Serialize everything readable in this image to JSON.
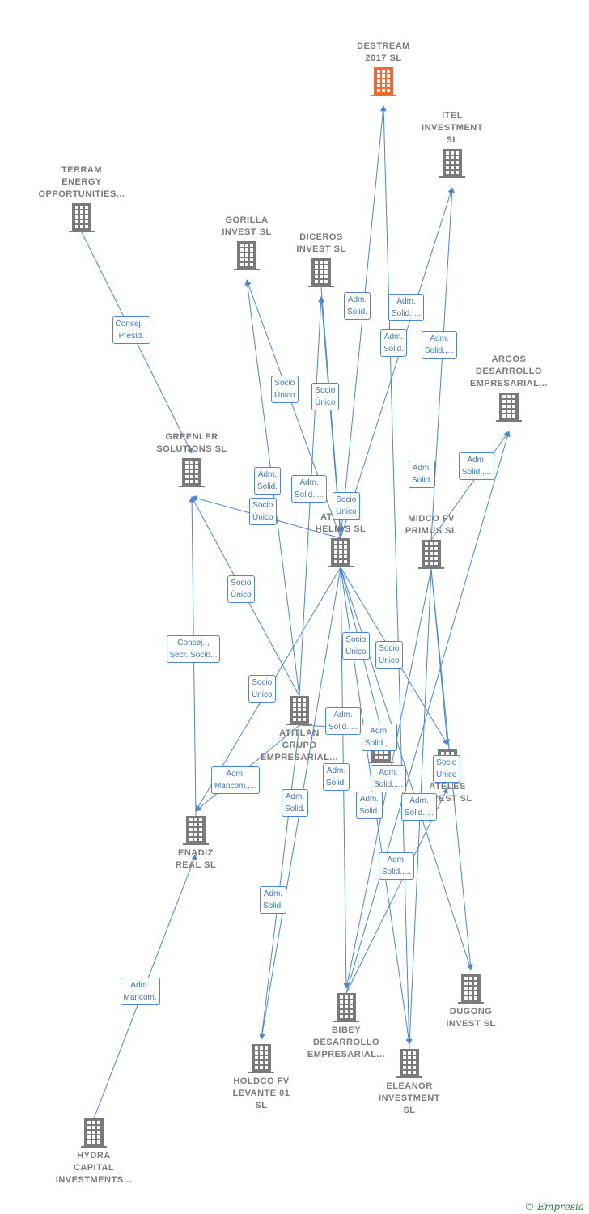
{
  "colors": {
    "edge": "#4a86d8",
    "node_icon": "#7a7a7a",
    "focus_icon": "#f26a32",
    "label_text": "#7a7a7a"
  },
  "nodes": [
    {
      "id": "destream",
      "lines": [
        "DESTREAM",
        "2017  SL"
      ],
      "focus": true
    },
    {
      "id": "itel",
      "lines": [
        "ITEL",
        "INVESTMENT",
        "SL"
      ]
    },
    {
      "id": "terram",
      "lines": [
        "TERRAM",
        "ENERGY",
        "OPPORTUNITIES..."
      ]
    },
    {
      "id": "gorilla",
      "lines": [
        "GORILLA",
        "INVEST  SL"
      ]
    },
    {
      "id": "diceros",
      "lines": [
        "DICEROS",
        "INVEST  SL"
      ]
    },
    {
      "id": "argos",
      "lines": [
        "ARGOS",
        "DESARROLLO",
        "EMPRESARIAL..."
      ]
    },
    {
      "id": "greenler",
      "lines": [
        "GREENLER",
        "SOLUTIONS  SL"
      ]
    },
    {
      "id": "helios",
      "lines": [
        "ATITLAN",
        "HELIOS  SL"
      ]
    },
    {
      "id": "midco",
      "lines": [
        "MIDCO FV",
        "PRIMUS  SL"
      ]
    },
    {
      "id": "atitlan_grupo",
      "lines": [
        "ATITLAN",
        "GRUPO",
        "EMPRESARIAL..."
      ]
    },
    {
      "id": "hidden",
      "lines": [
        ""
      ]
    },
    {
      "id": "ateles",
      "lines": [
        "ATELES",
        "INVEST  SL"
      ]
    },
    {
      "id": "enadiz",
      "lines": [
        "ENADIZ",
        "REAL  SL"
      ]
    },
    {
      "id": "dugong",
      "lines": [
        "DUGONG",
        "INVEST  SL"
      ]
    },
    {
      "id": "bibey",
      "lines": [
        "BIBEY",
        "DESARROLLO",
        "EMPRESARIAL..."
      ]
    },
    {
      "id": "holdco",
      "lines": [
        "HOLDCO FV",
        "LEVANTE 01",
        "SL"
      ]
    },
    {
      "id": "eleanor",
      "lines": [
        "ELEANOR",
        "INVESTMENT",
        "SL"
      ]
    },
    {
      "id": "hydra",
      "lines": [
        "HYDRA",
        "CAPITAL",
        "INVESTMENTS..."
      ]
    }
  ],
  "edges": [
    {
      "from": "terram",
      "to": "greenler",
      "label": [
        "Consej. ,",
        "Presid."
      ]
    },
    {
      "from": "enadiz",
      "to": "greenler",
      "label": [
        "Consej. ,",
        "Secr.,Socio..."
      ]
    },
    {
      "from": "hydra",
      "to": "enadiz",
      "label": [
        "Adm.",
        "Mancom."
      ]
    },
    {
      "from": "helios",
      "to": "destream",
      "label": [
        "Adm.",
        "Solid."
      ]
    },
    {
      "from": "eleanor",
      "to": "destream",
      "label": [
        "Adm.",
        "Solid.,..."
      ]
    },
    {
      "from": "helios",
      "to": "itel",
      "label": [
        "Adm.",
        "Solid."
      ]
    },
    {
      "from": "midco",
      "to": "itel",
      "label": [
        "Adm.",
        "Solid.,..."
      ]
    },
    {
      "from": "helios",
      "to": "gorilla",
      "label": [
        "Socio",
        "Único"
      ]
    },
    {
      "from": "atitlan_grupo",
      "to": "gorilla",
      "label": [
        "Adm.",
        "Solid."
      ]
    },
    {
      "from": "helios",
      "to": "diceros",
      "label": [
        "Socio",
        "Único"
      ]
    },
    {
      "from": "atitlan_grupo",
      "to": "diceros",
      "label": [
        "Adm.",
        "Solid.,..."
      ]
    },
    {
      "from": "helios",
      "to": "greenler",
      "label": [
        "Socio",
        "Único"
      ]
    },
    {
      "from": "atitlan_grupo",
      "to": "greenler",
      "label": [
        "Socio",
        "Único"
      ]
    },
    {
      "from": "midco",
      "to": "argos",
      "label": [
        "Adm.",
        "Solid."
      ]
    },
    {
      "from": "bibey",
      "to": "argos",
      "label": [
        "Adm.",
        "Solid.,..."
      ]
    },
    {
      "from": "diceros",
      "to": "helios",
      "label": [
        "Socio",
        "Único"
      ]
    },
    {
      "from": "helios",
      "to": "enadiz",
      "label": [
        "Socio",
        "Único"
      ]
    },
    {
      "from": "helios",
      "to": "hidden",
      "label": [
        "Socio",
        "Único"
      ]
    },
    {
      "from": "helios",
      "to": "ateles",
      "label": [
        "Socio",
        "Único"
      ]
    },
    {
      "from": "atitlan_grupo",
      "to": "enadiz",
      "label": [
        "Adm.",
        "Mancom.,..."
      ]
    },
    {
      "from": "helios",
      "to": "holdco",
      "label": [
        "Adm.",
        "Solid."
      ]
    },
    {
      "from": "atitlan_grupo",
      "to": "holdco",
      "label": [
        "Adm.",
        "Solid."
      ]
    },
    {
      "from": "atitlan_grupo",
      "to": "hidden",
      "label": [
        "Adm.",
        "Solid.,..."
      ]
    },
    {
      "from": "helios",
      "to": "bibey",
      "label": [
        "Adm.",
        "Solid.,..."
      ]
    },
    {
      "from": "midco",
      "to": "ateles",
      "label": [
        "Socio",
        "Único"
      ]
    },
    {
      "from": "midco",
      "to": "bibey",
      "label": [
        "Adm.",
        "Solid."
      ]
    },
    {
      "from": "helios",
      "to": "eleanor",
      "label": [
        "Adm.",
        "Solid.,..."
      ]
    },
    {
      "from": "midco",
      "to": "eleanor",
      "label": [
        "Adm.",
        "Solid."
      ]
    },
    {
      "from": "helios",
      "to": "dugong",
      "label": [
        "Adm.",
        "Solid.,..."
      ]
    },
    {
      "from": "midco",
      "to": "dugong",
      "label": [
        "Adm.",
        "Solid.,..."
      ]
    },
    {
      "from": "bibey",
      "to": "ateles",
      "label": [
        "Adm.",
        "Solid."
      ]
    }
  ],
  "footer": {
    "symbol": "©",
    "brand": "Empresia"
  }
}
